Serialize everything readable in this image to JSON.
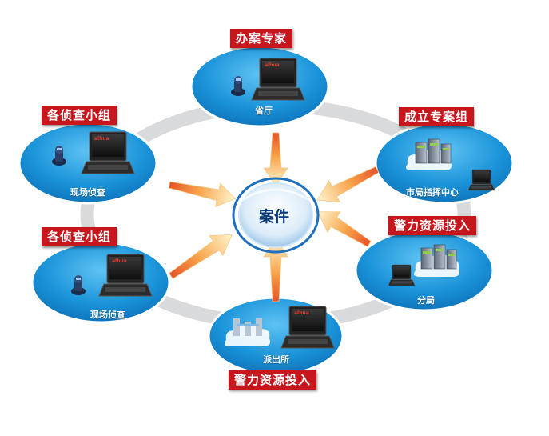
{
  "center": {
    "label": "案件"
  },
  "nodes": {
    "top": {
      "title": "办案专家",
      "caption": "省厅"
    },
    "upper_left": {
      "title": "各侦查小组",
      "caption": "现场侦查"
    },
    "upper_right": {
      "title": "成立专案组",
      "caption": "市局指挥中心"
    },
    "lower_left": {
      "title": "各侦查小组",
      "caption": "现场侦查"
    },
    "lower_right": {
      "title": "警力资源投入",
      "caption": "分局"
    },
    "bottom": {
      "title": "警力资源投入",
      "caption": "派出所"
    }
  },
  "brand_logo": "alhua",
  "colors": {
    "label_red": "#c8161d",
    "node_blue": "#1890d8",
    "ring_gray": "#d9dadc",
    "arrow_orange": "#f08a24",
    "center_blue": "#1e6fc0"
  }
}
